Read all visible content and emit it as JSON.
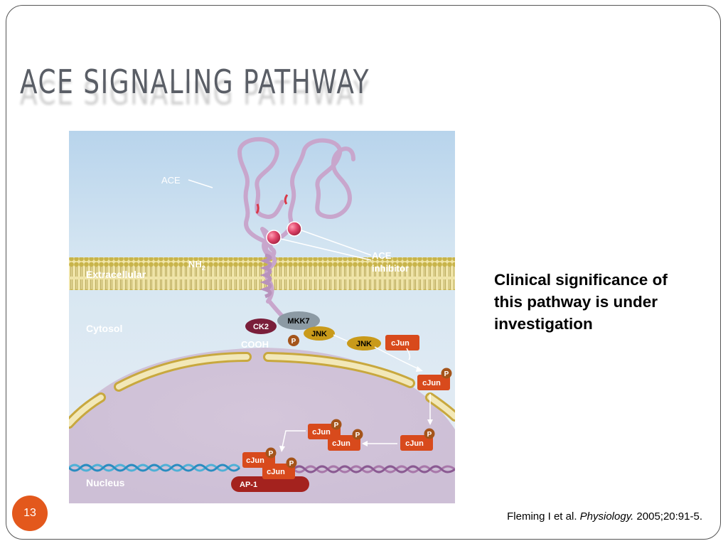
{
  "slide": {
    "title": "ACE SIGNALING PATHWAY",
    "side_text": "Clinical significance of this pathway is under investigation",
    "citation": {
      "authors": "Fleming I et al. ",
      "journal": "Physiology.",
      "details": " 2005;20:91-5."
    },
    "page_number": "13"
  },
  "diagram": {
    "compartments": {
      "extracellular": "Extracellular",
      "cytosol": "Cytosol",
      "nucleus": "Nucleus"
    },
    "ace_label": "ACE",
    "inhibitor_label": {
      "line1": "ACE",
      "line2": "inhibitor"
    },
    "termini": {
      "nh": "NH",
      "nh_sub": "2",
      "cooh": "COOH"
    },
    "proteins": {
      "mkk7": "MKK7",
      "ck2": "CK2",
      "jnk": "JNK",
      "p": "P",
      "cjun": "cJun",
      "ap1": "AP-1"
    },
    "colors": {
      "background_top": "#b8d4ec",
      "cytosol": "#dfe8f0",
      "nucleus": "#d8cede",
      "membrane": "#c8b44a",
      "ace_protein": "#c8a6cc",
      "inhibitor": "#d63a5a",
      "mkk7": "#8c9aa4",
      "ck2": "#7a1e3a",
      "jnk": "#c99a1a",
      "phosphate": "#a4541a",
      "cjun": "#d84a1c",
      "ap1": "#a4221e"
    }
  }
}
